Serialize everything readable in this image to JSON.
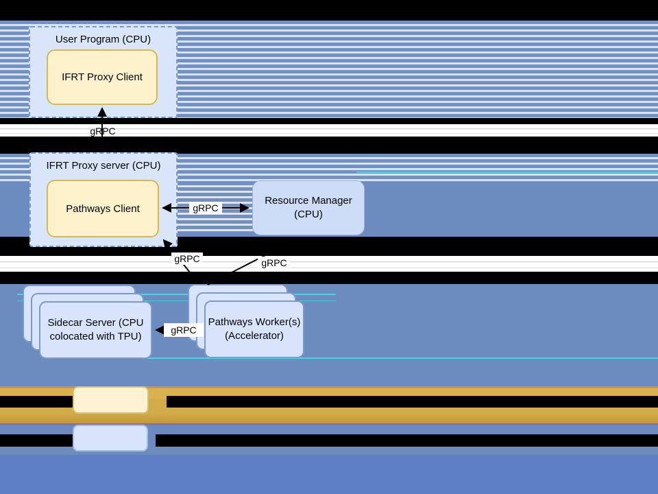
{
  "diagram": {
    "type": "architecture-diagram",
    "nodes": {
      "user_program": {
        "label": "User Program (CPU)"
      },
      "ifrt_proxy_client": {
        "label": "IFRT Proxy Client"
      },
      "ifrt_proxy_server": {
        "label": "IFRT Proxy server (CPU)"
      },
      "pathways_client": {
        "label": "Pathways Client"
      },
      "resource_manager": {
        "label_line1": "Resource Manager",
        "label_line2": "(CPU)"
      },
      "sidecar_server": {
        "label_line1": "Sidecar Server (CPU",
        "label_line2": "colocated with TPU)"
      },
      "pathways_workers": {
        "label_line1": "Pathways Worker(s)",
        "label_line2": "(Accelerator)"
      }
    },
    "edge_label": "gRPC",
    "colors": {
      "node_yellow_fill": "#fdf2cc",
      "node_yellow_border": "#d8b854",
      "node_blue_fill": "#d7e4fb",
      "node_blue_border": "#7e9bc8",
      "container_fill": "#d9e5f8",
      "container_border": "#7a99cc",
      "stripe_blue": "#7390c1",
      "stripe_light": "#dbe4f5",
      "solid_blue": "#6c8cbf",
      "bottom_blue": "#5e7ec6",
      "gold_band": "#d2ac49",
      "orange_line": "#dd8f3f",
      "purple_line": "#7a71c7",
      "cyan_glitch": "#3fd9e2",
      "arrow": "#000000"
    }
  }
}
